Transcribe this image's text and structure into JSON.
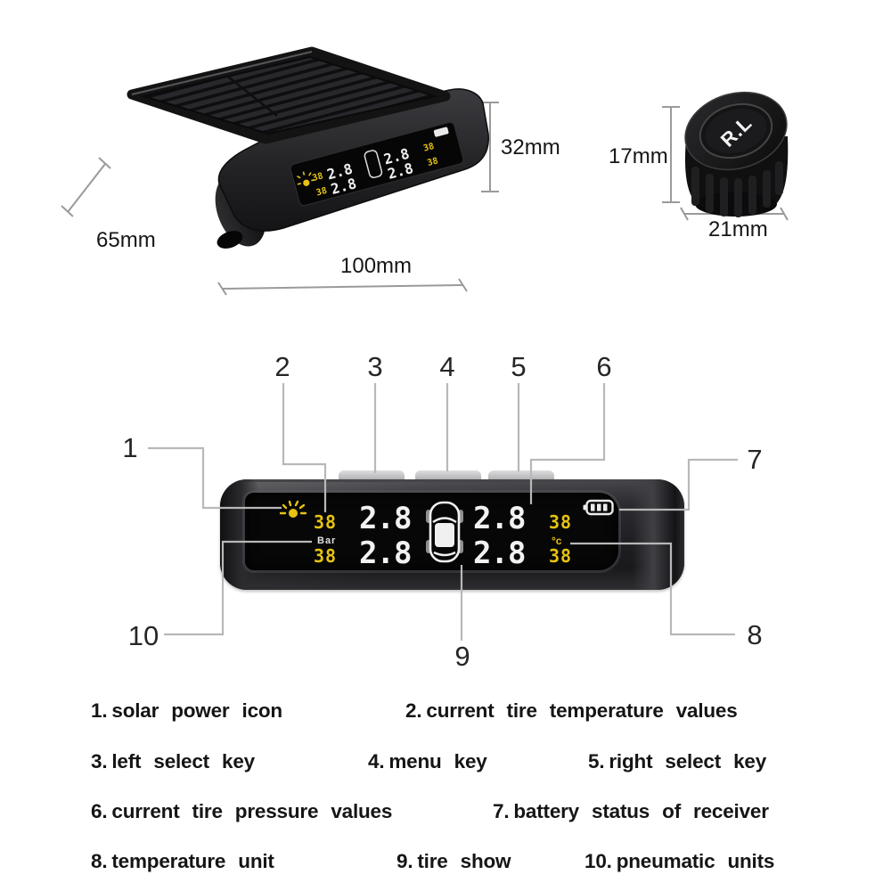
{
  "monitor_iso": {
    "dim_height": "32mm",
    "dim_depth": "65mm",
    "dim_width": "100mm",
    "screen": {
      "p1": "2.8",
      "p2": "2.8",
      "p3": "2.8",
      "p4": "2.8",
      "t1": "38",
      "t2": "38",
      "t3": "38",
      "t4": "38"
    }
  },
  "sensor": {
    "cap_label": "R.L",
    "dim_height": "17mm",
    "dim_width": "21mm"
  },
  "monitor_front": {
    "screen": {
      "temps": [
        "38",
        "38",
        "38",
        "38"
      ],
      "pressures": [
        "2.8",
        "2.8",
        "2.8",
        "2.8"
      ],
      "pressure_unit": "Bar",
      "temp_unit": "°c"
    },
    "icons": {
      "solar": "solar-power-icon",
      "battery": "receiver-battery-icon",
      "car": "tire-show-car-icon"
    }
  },
  "callouts": [
    {
      "mark": "1",
      "num": "1.",
      "label": "solar power icon"
    },
    {
      "mark": "2",
      "num": "2.",
      "label": "current tire temperature values"
    },
    {
      "mark": "3",
      "num": "3.",
      "label": "left select key"
    },
    {
      "mark": "4",
      "num": "4.",
      "label": "menu key"
    },
    {
      "mark": "5",
      "num": "5.",
      "label": "right select key"
    },
    {
      "mark": "6",
      "num": "6.",
      "label": "current tire pressure values"
    },
    {
      "mark": "7",
      "num": "7.",
      "label": "battery status of receiver"
    },
    {
      "mark": "8",
      "num": "8.",
      "label": "temperature unit"
    },
    {
      "mark": "9",
      "num": "9.",
      "label": "tire show"
    },
    {
      "mark": "10",
      "num": "10.",
      "label": "pneumatic units"
    }
  ],
  "colors": {
    "display_yellow": "#e6c312",
    "display_white": "#f2f2f2",
    "callout_line": "#b8b8b8",
    "dimension_line": "#9a9a9a",
    "screen_bg": "#070707",
    "body_dark": "#28282b"
  }
}
